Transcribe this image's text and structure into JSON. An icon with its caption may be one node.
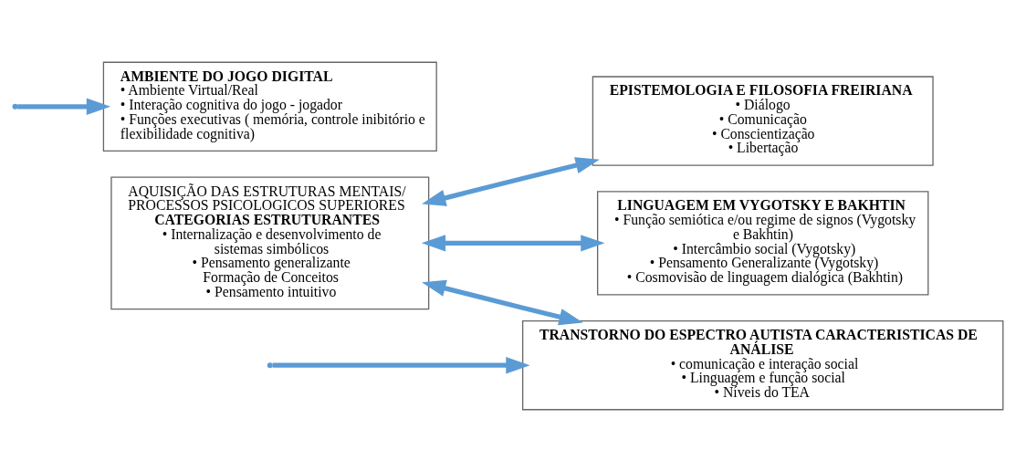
{
  "diagram": {
    "nodes": [
      {
        "text": [
          "AQUISIÇÃO DAS ESTRUTURAS MENTAIS/ PROCESSOS PSICOLOGICOS SUPERIORES",
          "CATEGORIAS ESTRUTURANTES",
          "• Internalização e desenvolvimento de sistemas simbólicos",
          "• Pensamento generalizante",
          "Formação de Conceitos",
          "• Pensamento intuitivo"
        ]
      },
      {
        "text": [
          "EPISTEMOLOGIA E FILOSOFIA FREIRIANA",
          "• Diálogo",
          "• Comunicação",
          "• Conscientização",
          "• Libertação"
        ]
      },
      {
        "text": [
          "LINGUAGEM EM VYGOTSKY E BAKHTIN",
          "• Função semiótica e/ou regime de signos (Vygotsky e Bakhtin)",
          "• Intercâmbio social (Vygotsky)",
          "• Pensamento Generalizante (Vygotsky)",
          "• Cosmovisão de linguagem dialógica (Bakhtin)"
        ]
      },
      {
        "text": [
          "TRANSTORNO DO ESPECTRO AUTISTA CARACTERISTICAS DE ANÁLISE",
          "• comunicação e interação social",
          "• Linguagem e função social",
          "• Níveis do TEA"
        ]
      },
      {
        "text": [
          "AMBIENTE DO JOGO DIGITAL",
          "• Ambiente Virtual/Real",
          "• Interação cognitiva do jogo - jogador",
          "• Funções executivas ( memória, controle inibitório e flexibilidade cognitiva)"
        ]
      }
    ],
    "edges": [
      {
        "from": 0,
        "to": 1,
        "arrow": "both"
      },
      {
        "from": 0,
        "to": 2,
        "arrow": "both"
      },
      {
        "from": 0,
        "to": 3,
        "arrow": "both"
      },
      {
        "from": null,
        "to": 4,
        "arrow": "to"
      },
      {
        "from": null,
        "to": 3,
        "arrow": "to"
      }
    ]
  }
}
